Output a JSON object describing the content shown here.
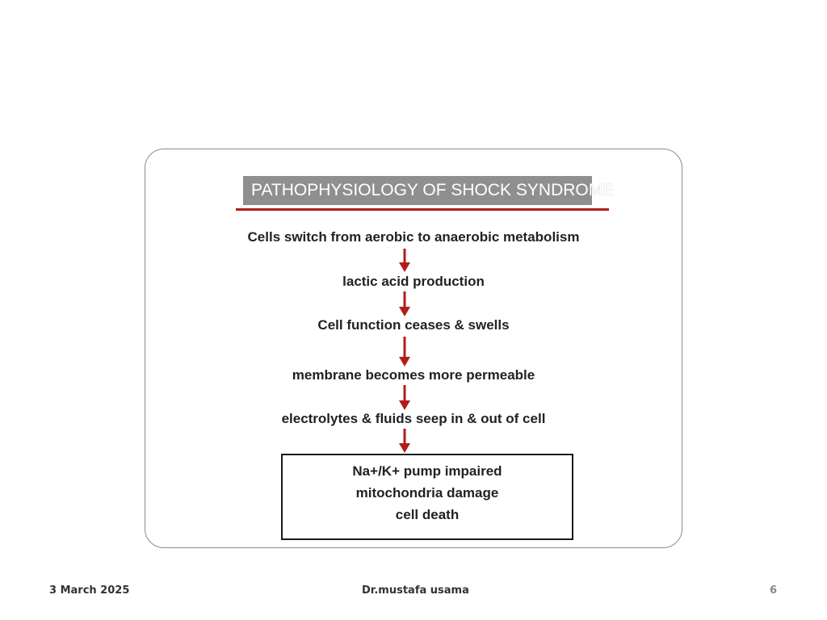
{
  "diagram": {
    "title": "PATHOPHYSIOLOGY OF SHOCK SYNDROME",
    "steps": [
      "Cells switch from aerobic to anaerobic metabolism",
      "lactic acid production",
      "Cell function ceases & swells",
      "membrane becomes more permeable",
      "electrolytes & fluids seep in & out of cell"
    ],
    "result": [
      "Na+/K+ pump impaired",
      "mitochondria damage",
      "cell death"
    ],
    "colors": {
      "arrow": "#b31b1b",
      "title_band": "#8f8f8f",
      "rule": "#b31b1b"
    }
  },
  "footer": {
    "date": "3 March 2025",
    "author": "Dr.mustafa usama",
    "slide_number": "6"
  }
}
